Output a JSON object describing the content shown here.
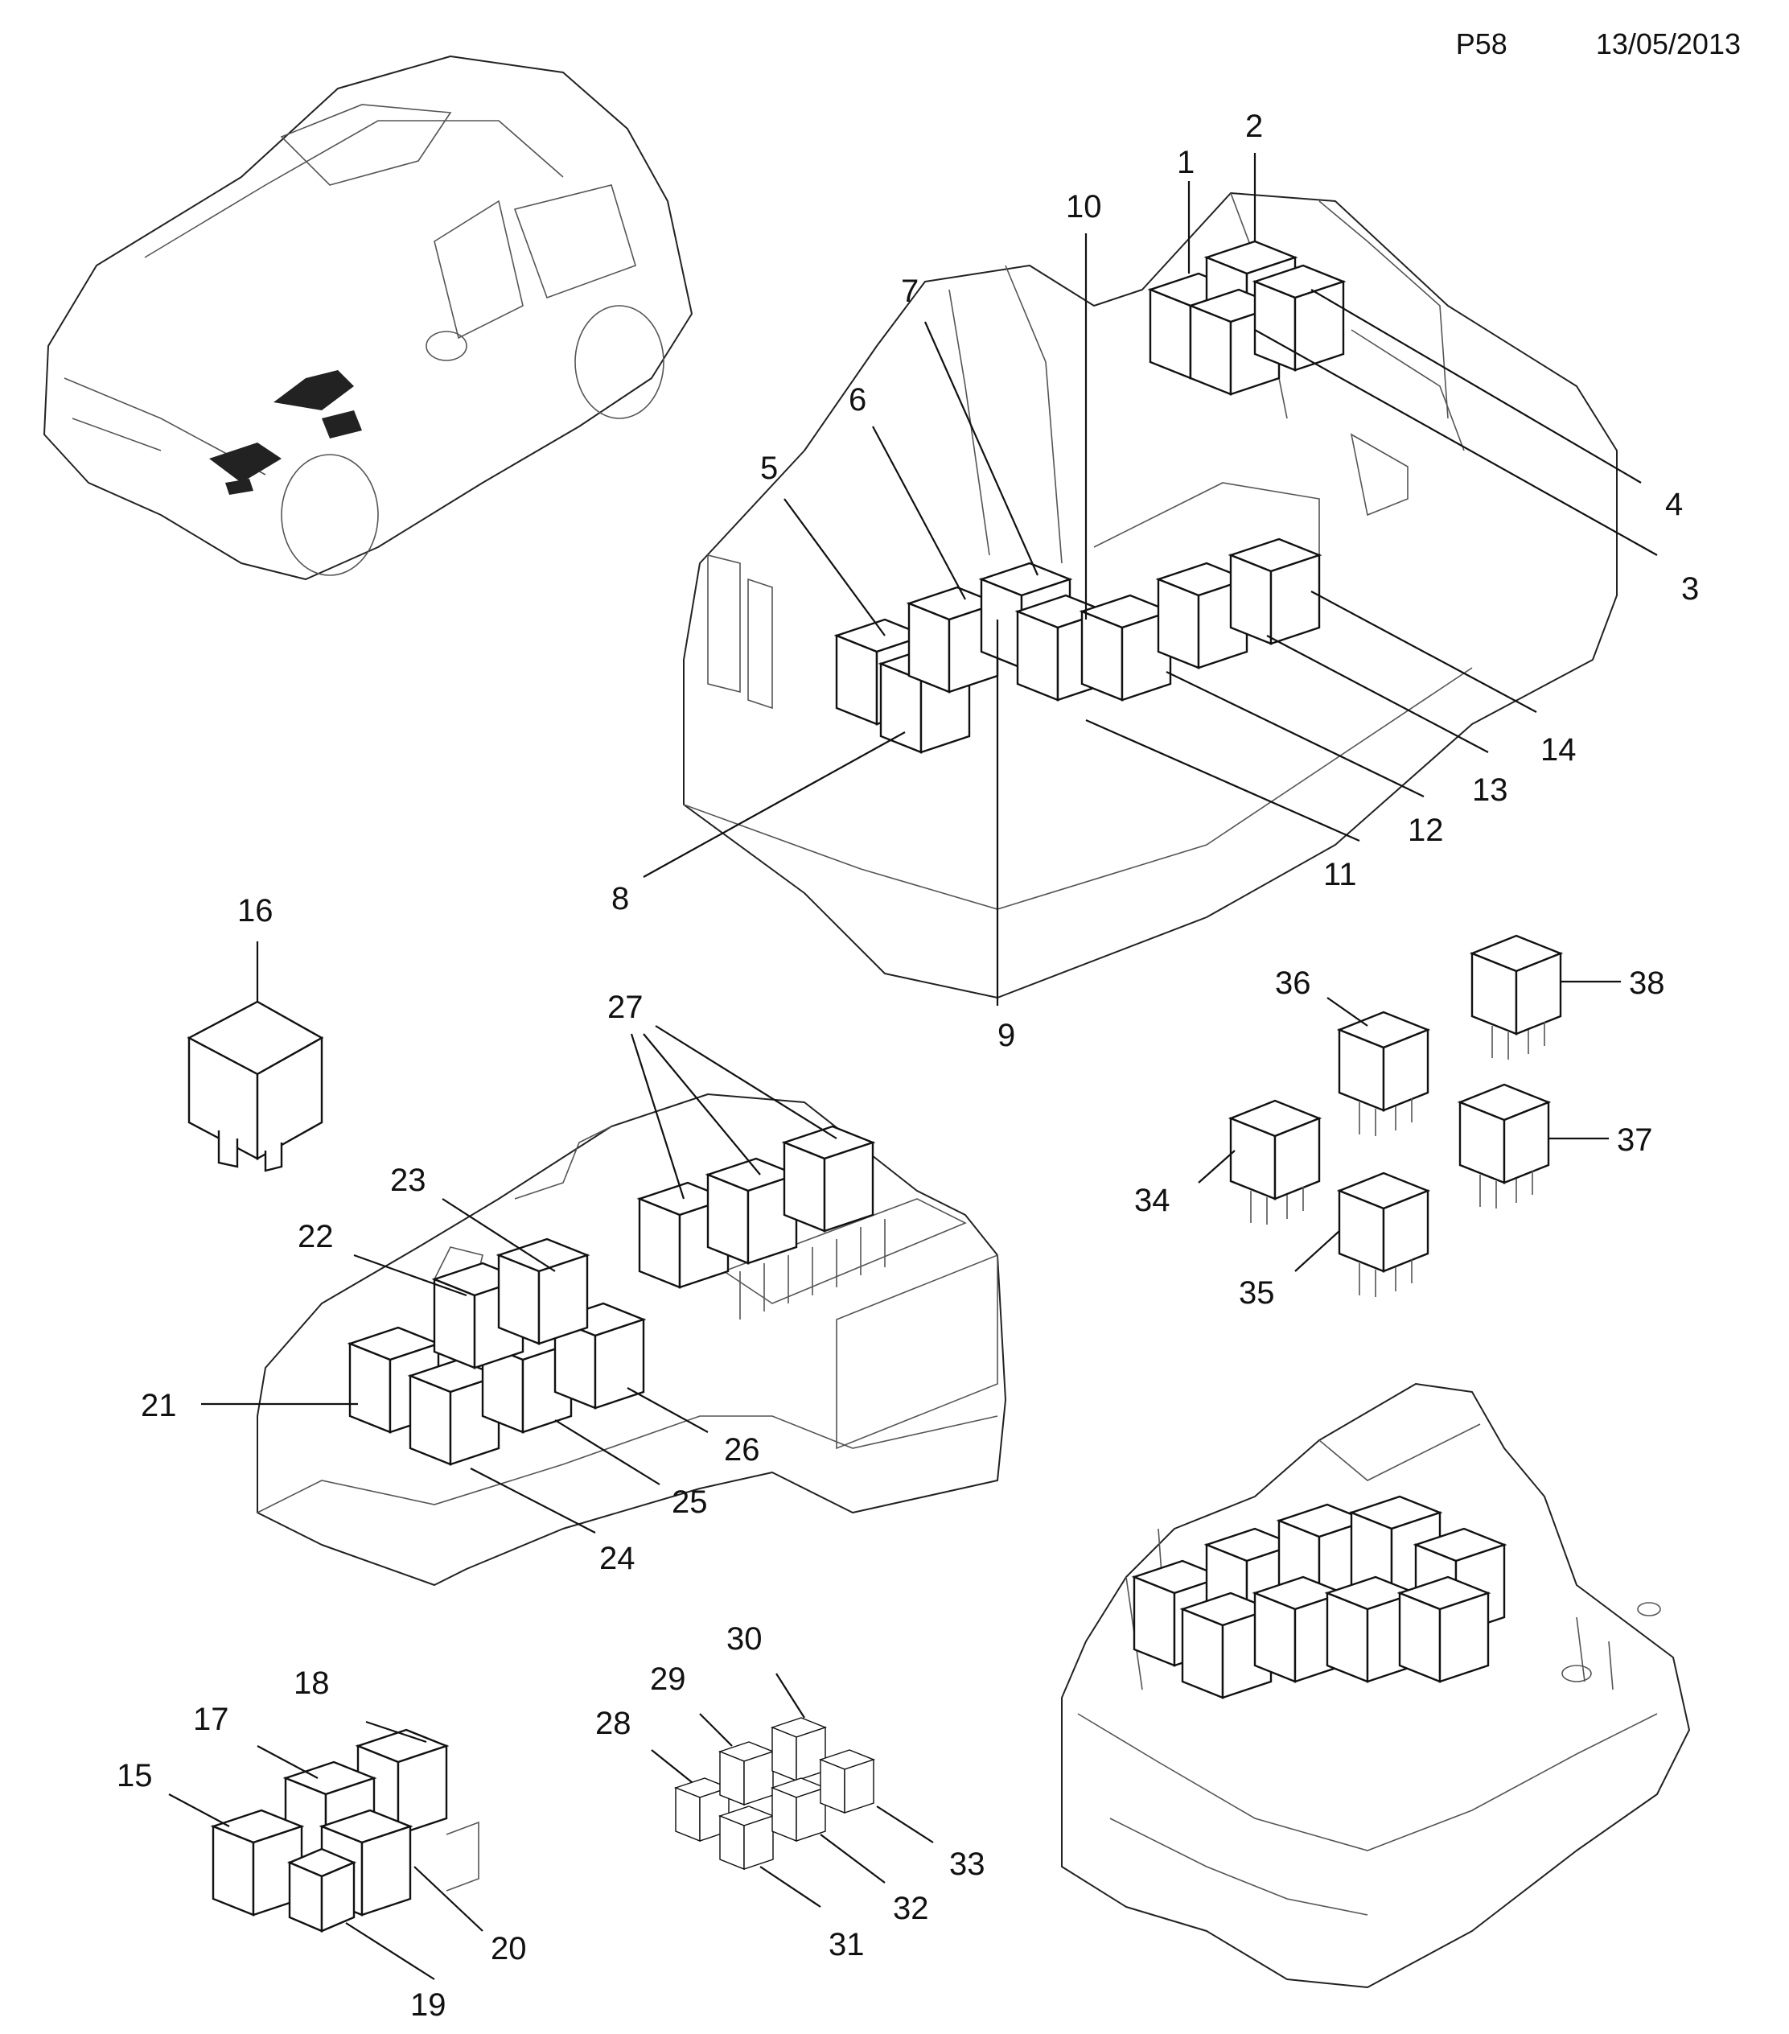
{
  "header": {
    "page_code": "P58",
    "date": "13/05/2013"
  },
  "callouts": {
    "c1": "1",
    "c2": "2",
    "c3": "3",
    "c4": "4",
    "c5": "5",
    "c6": "6",
    "c7": "7",
    "c8": "8",
    "c9": "9",
    "c10": "10",
    "c11": "11",
    "c12": "12",
    "c13": "13",
    "c14": "14",
    "c15": "15",
    "c16": "16",
    "c17": "17",
    "c18": "18",
    "c19": "19",
    "c20": "20",
    "c21": "21",
    "c22": "22",
    "c23": "23",
    "c24": "24",
    "c25": "25",
    "c26": "26",
    "c27": "27",
    "c28": "28",
    "c29": "29",
    "c30": "30",
    "c31": "31",
    "c32": "32",
    "c33": "33",
    "c34": "34",
    "c35": "35",
    "c36": "36",
    "c37": "37",
    "c38": "38"
  }
}
